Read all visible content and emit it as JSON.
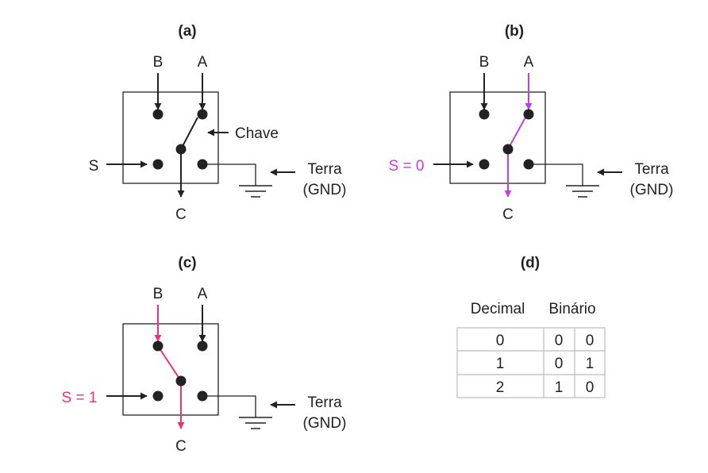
{
  "colors": {
    "line": "#222222",
    "a_path": "#c23ee0",
    "b_path": "#ee2f7a",
    "grid": "#bbbbbb"
  },
  "panel_a": {
    "title": "(a)",
    "label_b": "B",
    "label_a": "A",
    "label_s": "S",
    "label_c": "C",
    "label_switch": "Chave",
    "label_ground_1": "Terra",
    "label_ground_2": "(GND)"
  },
  "panel_b": {
    "title": "(b)",
    "label_b": "B",
    "label_a": "A",
    "label_s": "S = 0",
    "label_c": "C",
    "label_ground_1": "Terra",
    "label_ground_2": "(GND)"
  },
  "panel_c": {
    "title": "(c)",
    "label_b": "B",
    "label_a": "A",
    "label_s": "S = 1",
    "label_c": "C",
    "label_ground_1": "Terra",
    "label_ground_2": "(GND)"
  },
  "panel_d": {
    "title": "(d)",
    "header_decimal": "Decimal",
    "header_binary": "Binário",
    "rows": [
      {
        "decimal": "0",
        "bit1": "0",
        "bit0": "0"
      },
      {
        "decimal": "1",
        "bit1": "0",
        "bit0": "1"
      },
      {
        "decimal": "2",
        "bit1": "1",
        "bit0": "0"
      }
    ]
  }
}
